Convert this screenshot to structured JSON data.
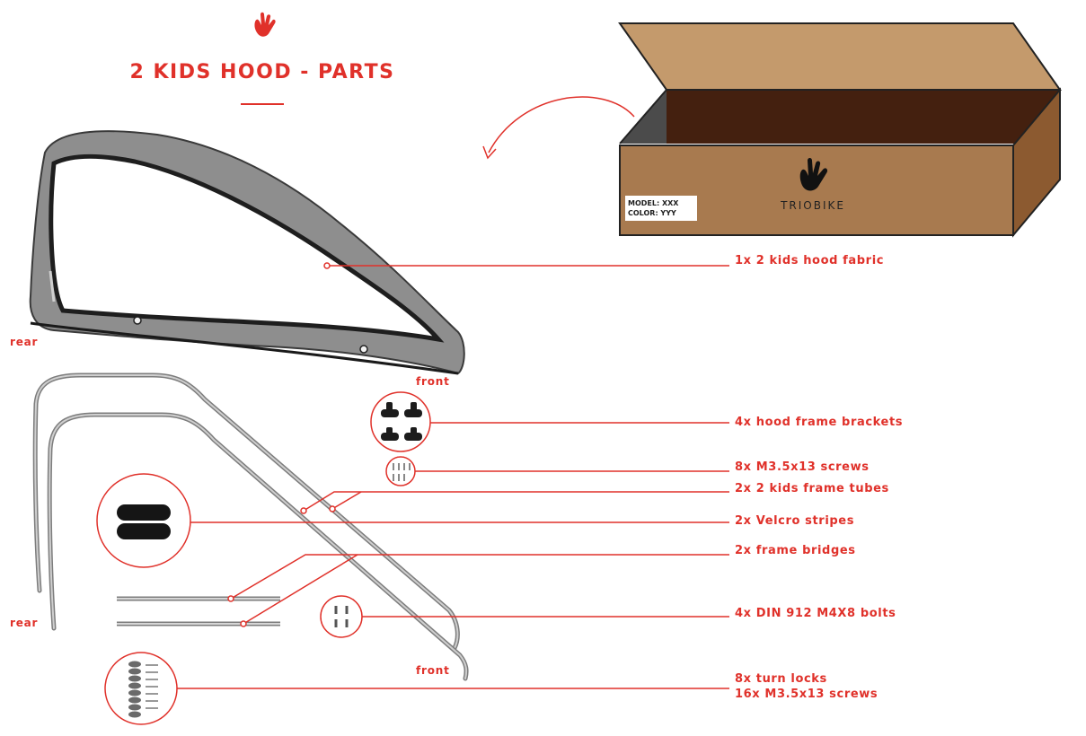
{
  "page": {
    "title": "2 KIDS HOOD - PARTS"
  },
  "box": {
    "model_line": "MODEL: XXX",
    "color_line": "COLOR: YYY",
    "brand": "TRIOBIKE"
  },
  "position_labels": {
    "rear_top": "rear",
    "front_top": "front",
    "rear_bottom": "rear",
    "front_bottom": "front"
  },
  "parts": [
    "1x 2 kids hood fabric",
    "4x hood frame brackets",
    "8x M3.5x13 screws",
    "2x 2 kids frame tubes",
    "2x Velcro stripes",
    "2x frame bridges",
    "4x DIN 912 M4X8 bolts",
    "8x turn locks",
    "16x M3.5x13 screws"
  ],
  "colors": {
    "accent": "#e0312a",
    "box_front": "#a87a4f",
    "box_lid": "#c49a6c",
    "box_inside": "#3d1f12",
    "fabric": "#8e8e8e",
    "tube": "#a9a9a9"
  }
}
